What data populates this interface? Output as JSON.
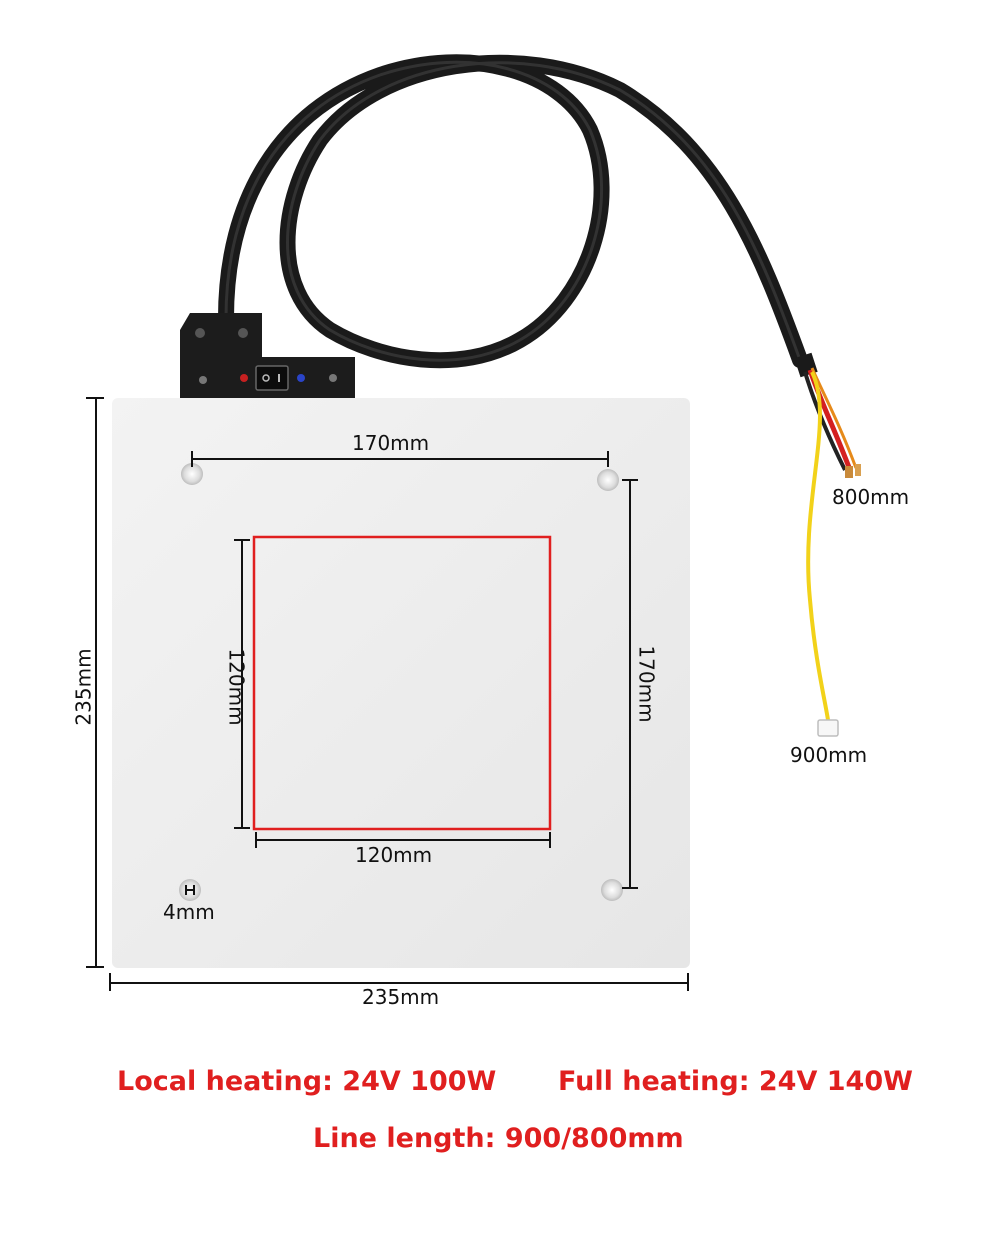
{
  "dimensions": {
    "hole_spacing_top": "170mm",
    "hole_spacing_right": "170mm",
    "local_zone_height": "120mm",
    "local_zone_width": "120mm",
    "plate_height": "235mm",
    "plate_width": "235mm",
    "hole_diameter": "4mm",
    "wire_length_a": "800mm",
    "wire_length_b": "900mm"
  },
  "specs": {
    "local_heating": "Local heating: 24V 100W",
    "full_heating": "Full heating: 24V 140W",
    "line_length": "Line length: 900/800mm"
  },
  "colors": {
    "accent_red": "#e01f1f",
    "plate": "#eeeeee",
    "cable": "#1a1a1a",
    "wire_yellow": "#f2d21a"
  }
}
